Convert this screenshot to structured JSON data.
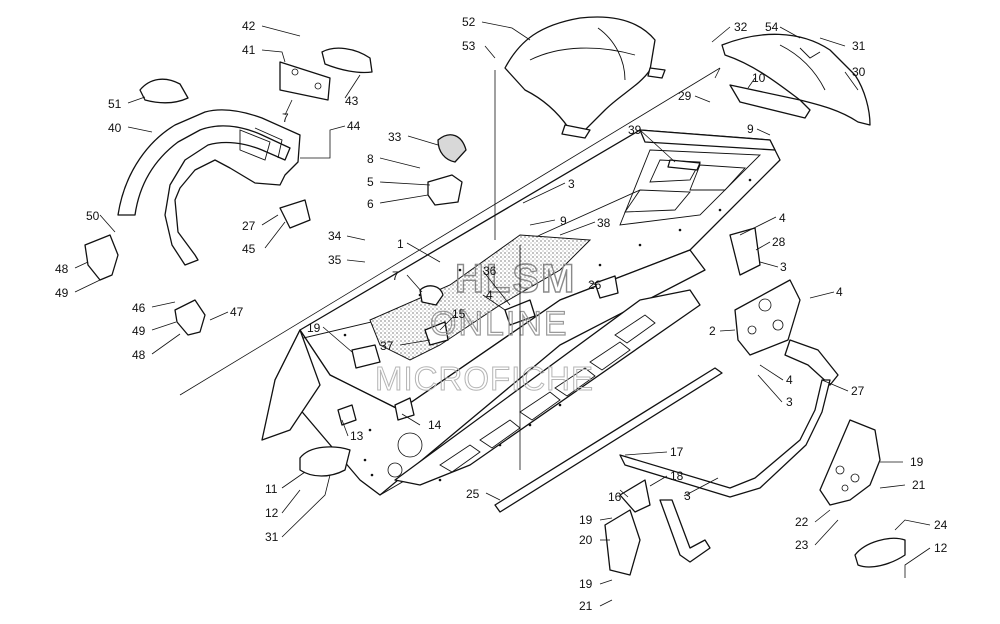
{
  "watermark": {
    "line1": "HLSM",
    "line2": "ONLINE",
    "line3": "MICROFICHE"
  },
  "callouts": [
    {
      "id": "c42",
      "label": "42"
    },
    {
      "id": "c41",
      "label": "41"
    },
    {
      "id": "c7a",
      "label": "7"
    },
    {
      "id": "c43",
      "label": "43"
    },
    {
      "id": "c44",
      "label": "44"
    },
    {
      "id": "c51",
      "label": "51"
    },
    {
      "id": "c40",
      "label": "40"
    },
    {
      "id": "c50",
      "label": "50"
    },
    {
      "id": "c48a",
      "label": "48"
    },
    {
      "id": "c49a",
      "label": "49"
    },
    {
      "id": "c27a",
      "label": "27"
    },
    {
      "id": "c45",
      "label": "45"
    },
    {
      "id": "c46",
      "label": "46"
    },
    {
      "id": "c49b",
      "label": "49"
    },
    {
      "id": "c48b",
      "label": "48"
    },
    {
      "id": "c47",
      "label": "47"
    },
    {
      "id": "c52",
      "label": "52"
    },
    {
      "id": "c53",
      "label": "53"
    },
    {
      "id": "c33",
      "label": "33"
    },
    {
      "id": "c8",
      "label": "8"
    },
    {
      "id": "c5",
      "label": "5"
    },
    {
      "id": "c6",
      "label": "6"
    },
    {
      "id": "c34",
      "label": "34"
    },
    {
      "id": "c35",
      "label": "35"
    },
    {
      "id": "c1",
      "label": "1"
    },
    {
      "id": "c7b",
      "label": "7"
    },
    {
      "id": "c19a",
      "label": "19"
    },
    {
      "id": "c37",
      "label": "37"
    },
    {
      "id": "c15",
      "label": "15"
    },
    {
      "id": "c36",
      "label": "36"
    },
    {
      "id": "c4a",
      "label": "4"
    },
    {
      "id": "c3a",
      "label": "3"
    },
    {
      "id": "c9a",
      "label": "9"
    },
    {
      "id": "c38",
      "label": "38"
    },
    {
      "id": "c26",
      "label": "26"
    },
    {
      "id": "c13",
      "label": "13"
    },
    {
      "id": "c14",
      "label": "14"
    },
    {
      "id": "c11",
      "label": "11"
    },
    {
      "id": "c12a",
      "label": "12"
    },
    {
      "id": "c31a",
      "label": "31"
    },
    {
      "id": "c25",
      "label": "25"
    },
    {
      "id": "c32",
      "label": "32"
    },
    {
      "id": "c54",
      "label": "54"
    },
    {
      "id": "c31b",
      "label": "31"
    },
    {
      "id": "c30",
      "label": "30"
    },
    {
      "id": "c10",
      "label": "10"
    },
    {
      "id": "c29",
      "label": "29"
    },
    {
      "id": "c9b",
      "label": "9"
    },
    {
      "id": "c39",
      "label": "39"
    },
    {
      "id": "c4b",
      "label": "4"
    },
    {
      "id": "c28",
      "label": "28"
    },
    {
      "id": "c3b",
      "label": "3"
    },
    {
      "id": "c4c",
      "label": "4"
    },
    {
      "id": "c2",
      "label": "2"
    },
    {
      "id": "c4d",
      "label": "4"
    },
    {
      "id": "c3c",
      "label": "3"
    },
    {
      "id": "c27b",
      "label": "27"
    },
    {
      "id": "c17",
      "label": "17"
    },
    {
      "id": "c18",
      "label": "18"
    },
    {
      "id": "c16",
      "label": "16"
    },
    {
      "id": "c3d",
      "label": "3"
    },
    {
      "id": "c19b",
      "label": "19"
    },
    {
      "id": "c20",
      "label": "20"
    },
    {
      "id": "c19c",
      "label": "19"
    },
    {
      "id": "c21a",
      "label": "21"
    },
    {
      "id": "c19d",
      "label": "19"
    },
    {
      "id": "c21b",
      "label": "21"
    },
    {
      "id": "c22",
      "label": "22"
    },
    {
      "id": "c23",
      "label": "23"
    },
    {
      "id": "c24",
      "label": "24"
    },
    {
      "id": "c12b",
      "label": "12"
    }
  ]
}
